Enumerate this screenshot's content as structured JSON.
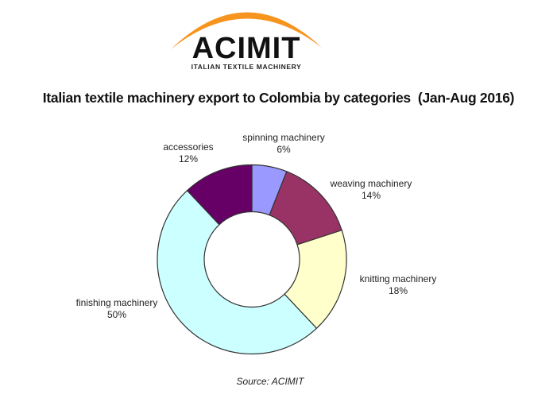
{
  "logo": {
    "name": "ACIMIT",
    "tagline": "ITALIAN TEXTILE MACHINERY",
    "arc_color": "#F7941D"
  },
  "chart_data": {
    "type": "pie",
    "variant": "donut",
    "title": "Italian textile machinery export to Colombia by categories  (Jan-Aug 2016)",
    "source": "Source: ACIMIT",
    "start_angle": "12 o'clock",
    "direction": "clockwise",
    "unit": "%",
    "categories": [
      "spinning machinery",
      "weaving machinery",
      "knitting machinery",
      "finishing machinery",
      "accessories"
    ],
    "values": [
      6,
      14,
      18,
      50,
      12
    ],
    "colors": [
      "#9999FF",
      "#993366",
      "#FFFFCC",
      "#CCFFFF",
      "#660066"
    ],
    "labels": [
      {
        "name": "spinning machinery",
        "pct": "6%"
      },
      {
        "name": "weaving machinery",
        "pct": "14%"
      },
      {
        "name": "knitting machinery",
        "pct": "18%"
      },
      {
        "name": "finishing machinery",
        "pct": "50%"
      },
      {
        "name": "accessories",
        "pct": "12%"
      }
    ],
    "legend": "none (data labels outside slices)"
  }
}
